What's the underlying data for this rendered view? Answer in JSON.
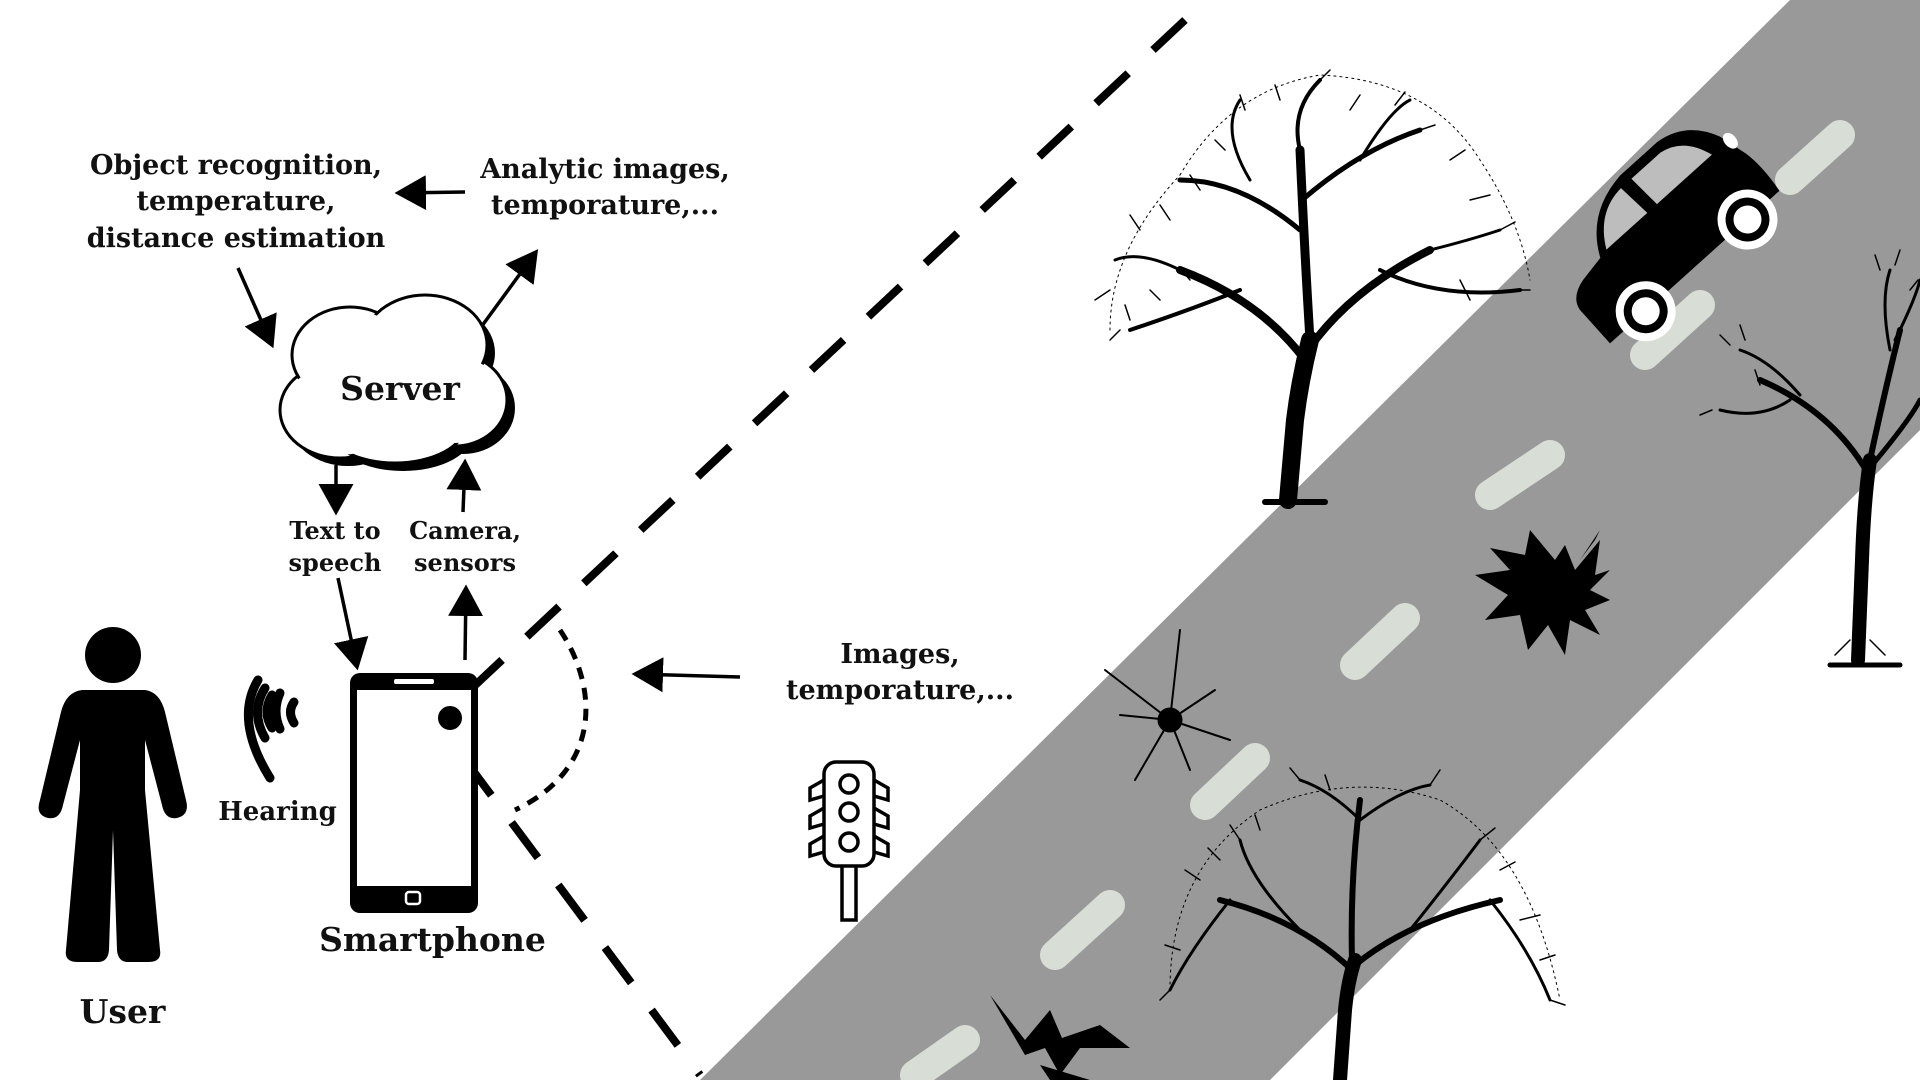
{
  "diagram": {
    "nodes": {
      "server": "Server",
      "user": "User",
      "smartphone": "Smartphone"
    },
    "labels": {
      "object_recognition": "Object recognition,\ntemperature,\ndistance estimation",
      "analytic_images": "Analytic images,\ntemporature,...",
      "text_to_speech": "Text to\nspeech",
      "camera_sensors": "Camera,\nsensors",
      "hearing": "Hearing",
      "images_input": "Images,\ntemporature,..."
    },
    "icons": [
      "person-icon",
      "sound-waves-icon",
      "smartphone-icon",
      "cloud-icon",
      "traffic-light-icon",
      "car-icon",
      "tree-icon",
      "pothole-icon",
      "crack-icon"
    ],
    "colors": {
      "road": "#999999",
      "lane_marking": "#d8ded6",
      "ink": "#000000",
      "background": "#ffffff"
    }
  }
}
